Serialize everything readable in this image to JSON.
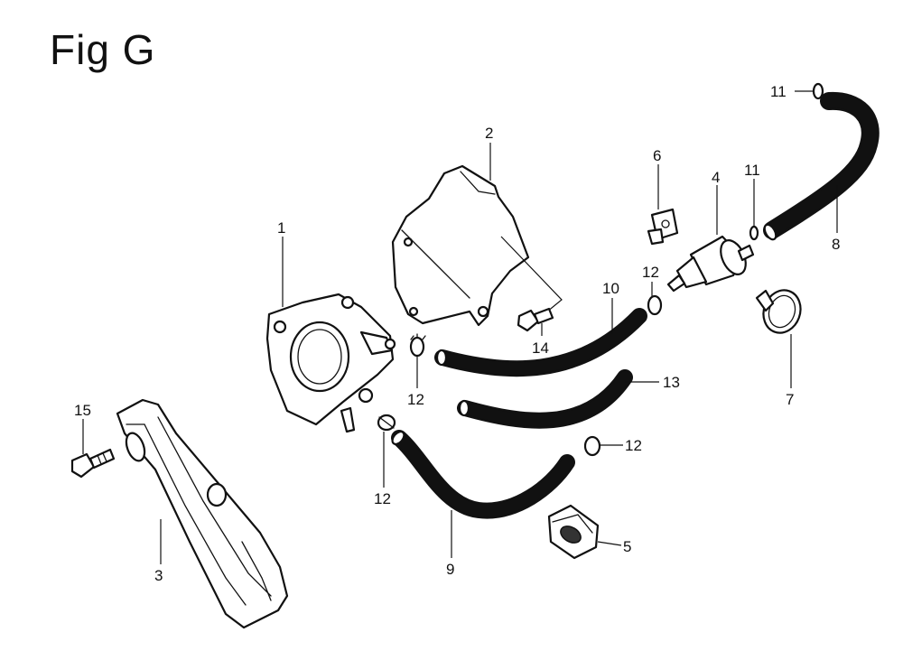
{
  "figure": {
    "title": "Fig G"
  },
  "callouts": [
    {
      "id": "c1",
      "text": "1"
    },
    {
      "id": "c2",
      "text": "2"
    },
    {
      "id": "c3",
      "text": "3"
    },
    {
      "id": "c4",
      "text": "4"
    },
    {
      "id": "c5",
      "text": "5"
    },
    {
      "id": "c6",
      "text": "6"
    },
    {
      "id": "c7",
      "text": "7"
    },
    {
      "id": "c8",
      "text": "8"
    },
    {
      "id": "c9",
      "text": "9"
    },
    {
      "id": "c10",
      "text": "10"
    },
    {
      "id": "c11a",
      "text": "11"
    },
    {
      "id": "c11b",
      "text": "11"
    },
    {
      "id": "c12a",
      "text": "12"
    },
    {
      "id": "c12b",
      "text": "12"
    },
    {
      "id": "c12c",
      "text": "12"
    },
    {
      "id": "c12d",
      "text": "12"
    },
    {
      "id": "c13",
      "text": "13"
    },
    {
      "id": "c14",
      "text": "14"
    },
    {
      "id": "c15",
      "text": "15"
    }
  ]
}
